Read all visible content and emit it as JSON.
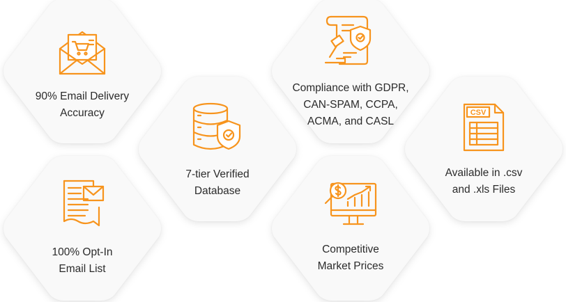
{
  "colors": {
    "accent": "#f7941d",
    "card_bg": "#f9f9f9",
    "text": "#2b2b2b"
  },
  "features": [
    {
      "icon": "email-envelope-icon",
      "lines": [
        "90% Email Delivery",
        "Accuracy"
      ]
    },
    {
      "icon": "optin-email-list-icon",
      "lines": [
        "100% Opt-In",
        "Email List"
      ]
    },
    {
      "icon": "verified-database-icon",
      "lines": [
        "7-tier Verified",
        "Database"
      ]
    },
    {
      "icon": "compliance-gavel-shield-icon",
      "lines": [
        "Compliance with GDPR,",
        "CAN-SPAM, CCPA,",
        "ACMA, and CASL"
      ]
    },
    {
      "icon": "market-prices-monitor-icon",
      "lines": [
        "Competitive",
        "Market Prices"
      ]
    },
    {
      "icon": "csv-file-icon",
      "lines": [
        "Available in .csv",
        "and .xls Files"
      ]
    }
  ],
  "csv_label": "CSV"
}
